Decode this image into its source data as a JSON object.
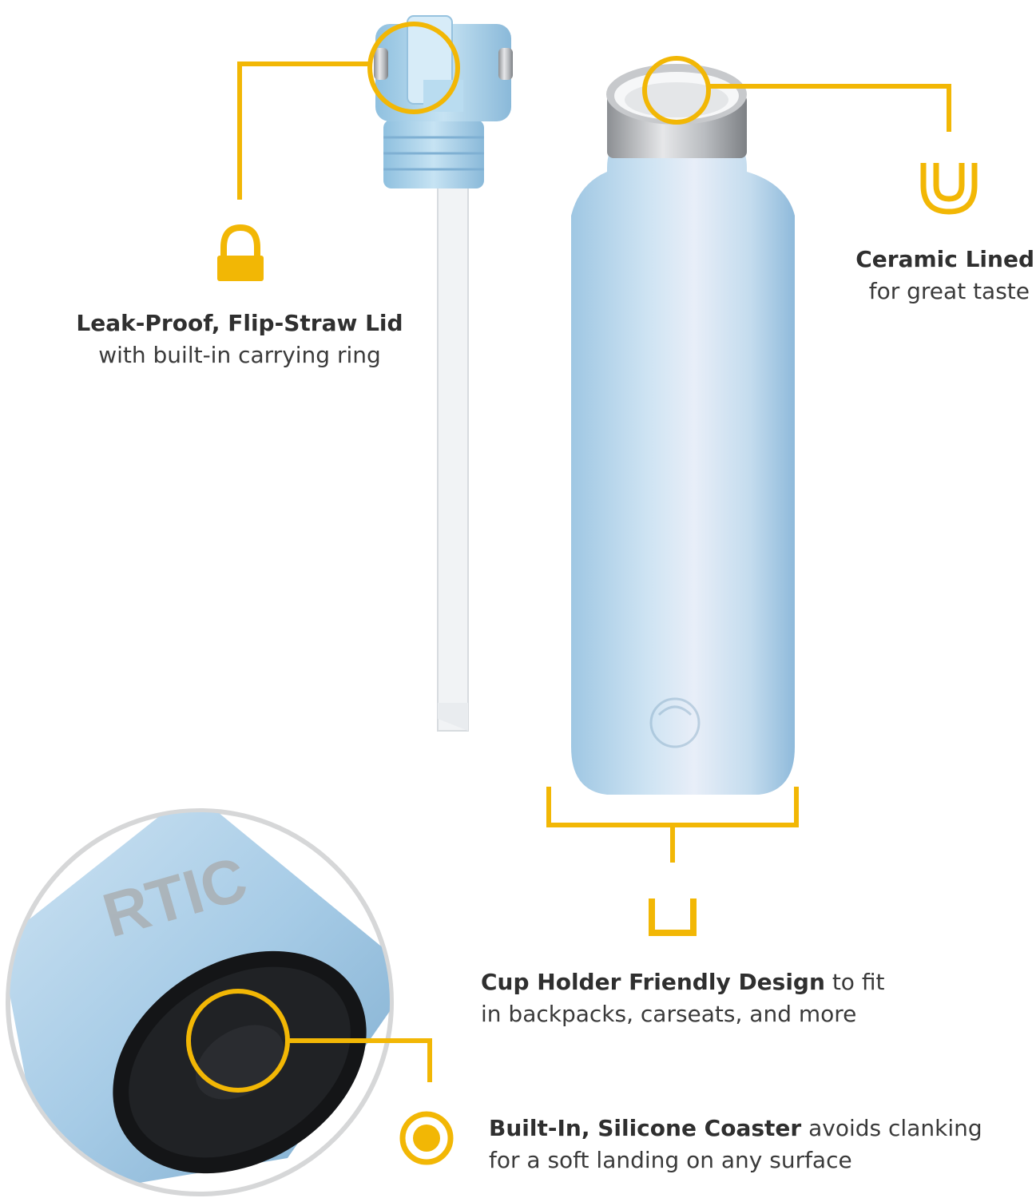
{
  "colors": {
    "accent": "#f2b705",
    "bottle_light": "#d9eaf6",
    "bottle_mid": "#a9cde6",
    "bottle_dark": "#7fb0d3",
    "text": "#333333"
  },
  "features": {
    "lid": {
      "icon": "ring-icon",
      "title": "Leak-Proof, Flip-Straw Lid",
      "subtitle": "with built-in carrying ring"
    },
    "ceramic": {
      "icon": "u-cup-icon",
      "title": "Ceramic Lined",
      "subtitle": "for great taste"
    },
    "cup_holder": {
      "icon": "cup-holder-icon",
      "title": "Cup Holder Friendly Design",
      "rest_line1": " to fit",
      "line2": "in backpacks, carseats, and more"
    },
    "coaster": {
      "icon": "coaster-dot-icon",
      "title": "Built-In, Silicone Coaster",
      "rest_line1": " avoids clanking",
      "line2": "for a soft landing on any surface"
    }
  },
  "brand": {
    "logo_text": "RTIC"
  }
}
